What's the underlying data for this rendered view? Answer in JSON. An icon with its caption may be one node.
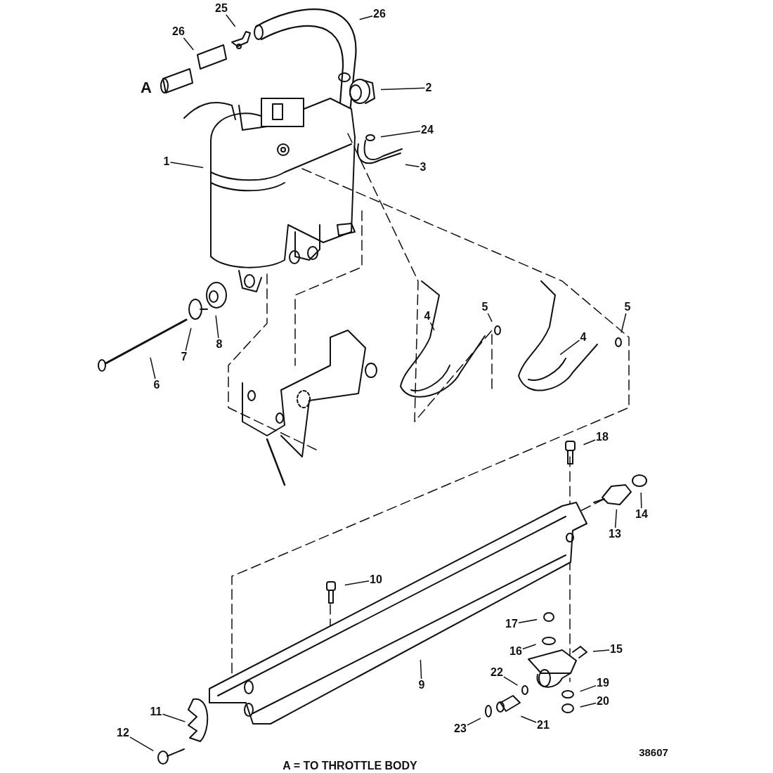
{
  "diagram": {
    "nodes": [
      {
        "text": [
          "1"
        ]
      },
      {
        "text": [
          "2"
        ]
      },
      {
        "text": [
          "3"
        ]
      },
      {
        "text": [
          "24"
        ]
      },
      {
        "text": [
          "25"
        ]
      },
      {
        "text": [
          "26"
        ]
      },
      {
        "text": [
          "26"
        ]
      },
      {
        "text": [
          "4"
        ]
      },
      {
        "text": [
          "5"
        ]
      },
      {
        "text": [
          "4"
        ]
      },
      {
        "text": [
          "5"
        ]
      },
      {
        "text": [
          "8"
        ]
      },
      {
        "text": [
          "7"
        ]
      },
      {
        "text": [
          "6"
        ]
      },
      {
        "text": [
          "18"
        ]
      },
      {
        "text": [
          "13"
        ]
      },
      {
        "text": [
          "14"
        ]
      },
      {
        "text": [
          "10"
        ]
      },
      {
        "text": [
          "17"
        ]
      },
      {
        "text": [
          "16"
        ]
      },
      {
        "text": [
          "15"
        ]
      },
      {
        "text": [
          "9"
        ]
      },
      {
        "text": [
          "22"
        ]
      },
      {
        "text": [
          "19"
        ]
      },
      {
        "text": [
          "20"
        ]
      },
      {
        "text": [
          "21"
        ]
      },
      {
        "text": [
          "23"
        ]
      },
      {
        "text": [
          "11"
        ]
      },
      {
        "text": [
          "12"
        ]
      }
    ],
    "edges": [
      {
        "from": 0,
        "to": null,
        "arrow": "none"
      },
      {
        "from": 1,
        "to": null,
        "arrow": "none"
      },
      {
        "from": 2,
        "to": null,
        "arrow": "none"
      },
      {
        "from": 3,
        "to": null,
        "arrow": "none"
      },
      {
        "from": 4,
        "to": null,
        "arrow": "none"
      },
      {
        "from": 5,
        "to": null,
        "arrow": "none"
      },
      {
        "from": 6,
        "to": null,
        "arrow": "none"
      },
      {
        "from": 7,
        "to": null,
        "arrow": "none"
      },
      {
        "from": 8,
        "to": null,
        "arrow": "none"
      },
      {
        "from": 9,
        "to": null,
        "arrow": "none"
      },
      {
        "from": 10,
        "to": null,
        "arrow": "none"
      },
      {
        "from": 11,
        "to": null,
        "arrow": "none"
      },
      {
        "from": 12,
        "to": null,
        "arrow": "none"
      },
      {
        "from": 13,
        "to": null,
        "arrow": "none"
      },
      {
        "from": 14,
        "to": null,
        "arrow": "none"
      },
      {
        "from": 15,
        "to": null,
        "arrow": "none"
      },
      {
        "from": 16,
        "to": null,
        "arrow": "none"
      },
      {
        "from": 17,
        "to": null,
        "arrow": "none"
      },
      {
        "from": 18,
        "to": null,
        "arrow": "none"
      },
      {
        "from": 19,
        "to": null,
        "arrow": "none"
      },
      {
        "from": 20,
        "to": null,
        "arrow": "none"
      },
      {
        "from": 21,
        "to": null,
        "arrow": "none"
      },
      {
        "from": 22,
        "to": null,
        "arrow": "none"
      },
      {
        "from": 23,
        "to": null,
        "arrow": "none"
      },
      {
        "from": 24,
        "to": null,
        "arrow": "none"
      },
      {
        "from": 25,
        "to": null,
        "arrow": "none"
      },
      {
        "from": 26,
        "to": null,
        "arrow": "none"
      },
      {
        "from": 27,
        "to": null,
        "arrow": "none"
      },
      {
        "from": 28,
        "to": null,
        "arrow": "none"
      }
    ],
    "labels": [
      "A",
      "A = TO THROTTLE BODY",
      "38607"
    ]
  }
}
